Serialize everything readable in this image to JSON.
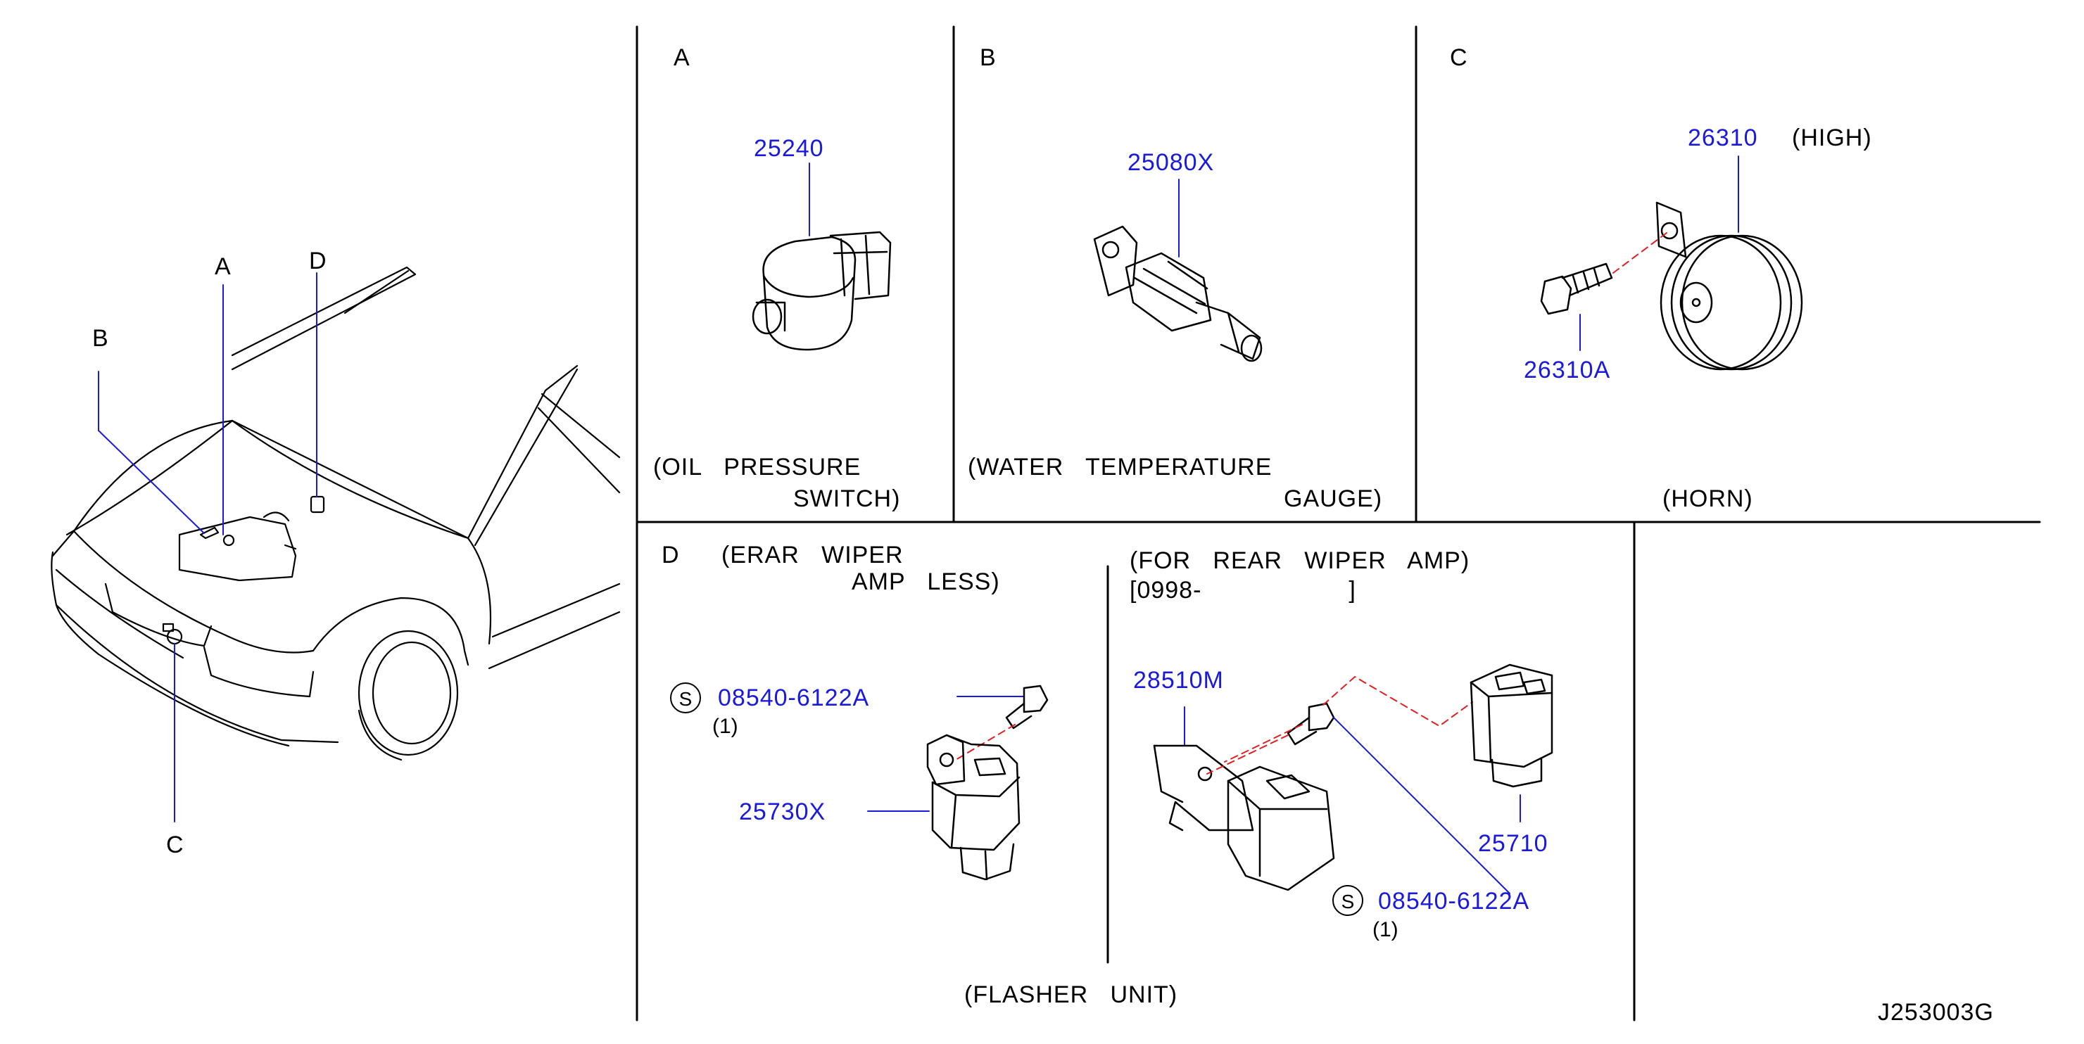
{
  "overview": {
    "markers": {
      "a": "A",
      "b": "B",
      "c": "C",
      "d": "D"
    }
  },
  "panels": {
    "a": {
      "letter": "A",
      "part_number": "25240",
      "caption_line1": "(OIL   PRESSURE",
      "caption_line2": "SWITCH)"
    },
    "b": {
      "letter": "B",
      "part_number": "25080X",
      "caption_line1": "(WATER   TEMPERATURE",
      "caption_line2": "GAUGE)"
    },
    "c": {
      "letter": "C",
      "part_number_horn": "26310",
      "horn_variant": "(HIGH)",
      "part_number_bolt": "26310A",
      "caption": "(HORN)"
    },
    "d": {
      "letter": "D",
      "title_line1": "(ERAR   WIPER",
      "title_line2": "AMP   LESS)",
      "screw_symbol": "S",
      "screw_part": "08540-6122A",
      "screw_qty": "(1)",
      "unit_part": "25730X"
    },
    "rear": {
      "title_line1": "(FOR   REAR   WIPER   AMP)",
      "title_line2": "[0998-                    ]",
      "bracket_part": "28510M",
      "screw_symbol": "S",
      "screw_part": "08540-6122A",
      "screw_qty": "(1)",
      "unit_part": "25710"
    }
  },
  "footer": {
    "caption": "(FLASHER   UNIT)",
    "diagram_ref": "J253003G"
  },
  "colors": {
    "part_number": "#1a1adc",
    "leader_blue": "#1a1adc",
    "dashed_red": "#e02020",
    "line": "#000000"
  }
}
